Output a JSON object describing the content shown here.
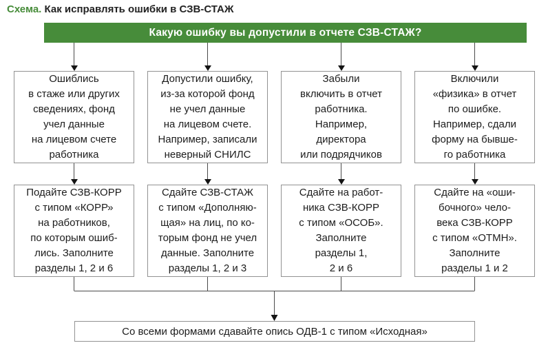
{
  "title": {
    "prefix": "Схема.",
    "rest": " Как исправлять ошибки в СЗВ-СТАЖ"
  },
  "header": {
    "question": "Какую ошибку вы допустили в отчете СЗВ-СТАЖ?"
  },
  "columns": [
    {
      "problem": "Ошиблись\nв стаже или других\nсведениях, фонд\nучел данные\nна лицевом счете\nработника",
      "solution": "Подайте СЗВ-КОРР\nс типом «КОРР»\nна работников,\nпо которым ошиб-\nлись. Заполните\nразделы 1, 2 и 6"
    },
    {
      "problem": "Допустили ошибку,\nиз-за которой фонд\nне учел данные\nна лицевом счете.\nНапример, записали\nневерный СНИЛС",
      "solution": "Сдайте СЗВ-СТАЖ\nс типом «Дополняю-\nщая» на лиц, по ко-\nторым фонд не учел\nданные. Заполните\nразделы 1, 2 и 3"
    },
    {
      "problem": "Забыли\nвключить в отчет\nработника.\nНапример,\nдиректора\nили подрядчиков",
      "solution": "Сдайте на работ-\nника СЗВ-КОРР\nс типом «ОСОБ».\nЗаполните\nразделы 1,\n2 и 6"
    },
    {
      "problem": "Включили\n«физика» в отчет\nпо ошибке.\nНапример, сдали\nформу на бывше-\nго работника",
      "solution": "Сдайте на «оши-\nбочного» чело-\nвека СЗВ-КОРР\nс типом «ОТМН».\nЗаполните\nразделы 1 и 2"
    }
  ],
  "footer": {
    "text": "Со всеми формами сдавайте опись ОДВ-1 с типом «Исходная»"
  },
  "colors": {
    "green": "#478c3a",
    "border": "#919191",
    "ink": "#1c1c1c",
    "line": "#4a4a4a"
  }
}
